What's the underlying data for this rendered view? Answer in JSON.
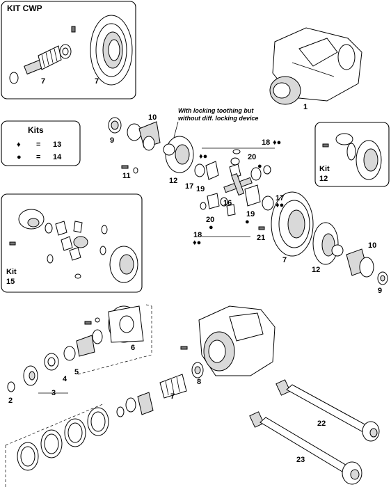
{
  "kit_cwp": {
    "title": "KIT CWP",
    "labels": [
      "7",
      "7"
    ]
  },
  "note": {
    "line1": "With locking toothing but",
    "line2": "without diff. locking device"
  },
  "legend": {
    "title": "Kits",
    "rows": [
      {
        "symbol": "♦",
        "eq": "=",
        "value": "13"
      },
      {
        "symbol": "●",
        "eq": "=",
        "value": "14"
      }
    ]
  },
  "kit12": {
    "label1": "Kit",
    "label2": "12"
  },
  "kit15": {
    "label1": "Kit",
    "label2": "15"
  },
  "labels": {
    "l1": "1",
    "l2": "2",
    "l3": "3",
    "l4": "4",
    "l5": "5",
    "l6": "6",
    "l7a": "7",
    "l7b": "7",
    "l8": "8",
    "l9a": "9",
    "l9b": "9",
    "l10a": "10",
    "l10b": "10",
    "l11": "11",
    "l12a": "12",
    "l12b": "12",
    "l16": "16",
    "l17a": "17",
    "l17b": "17",
    "l18a": "18",
    "l18b": "18",
    "l19a": "19",
    "l19b": "19",
    "l20a": "20",
    "l20b": "20",
    "l21": "21",
    "l22": "22",
    "l23": "23"
  },
  "kit_marks": {
    "k17a": "♦●",
    "k18a": "♦●",
    "k20a": "●",
    "k17b": "♦●",
    "k18b": "♦●",
    "k20b": "●",
    "k19b": "●"
  }
}
